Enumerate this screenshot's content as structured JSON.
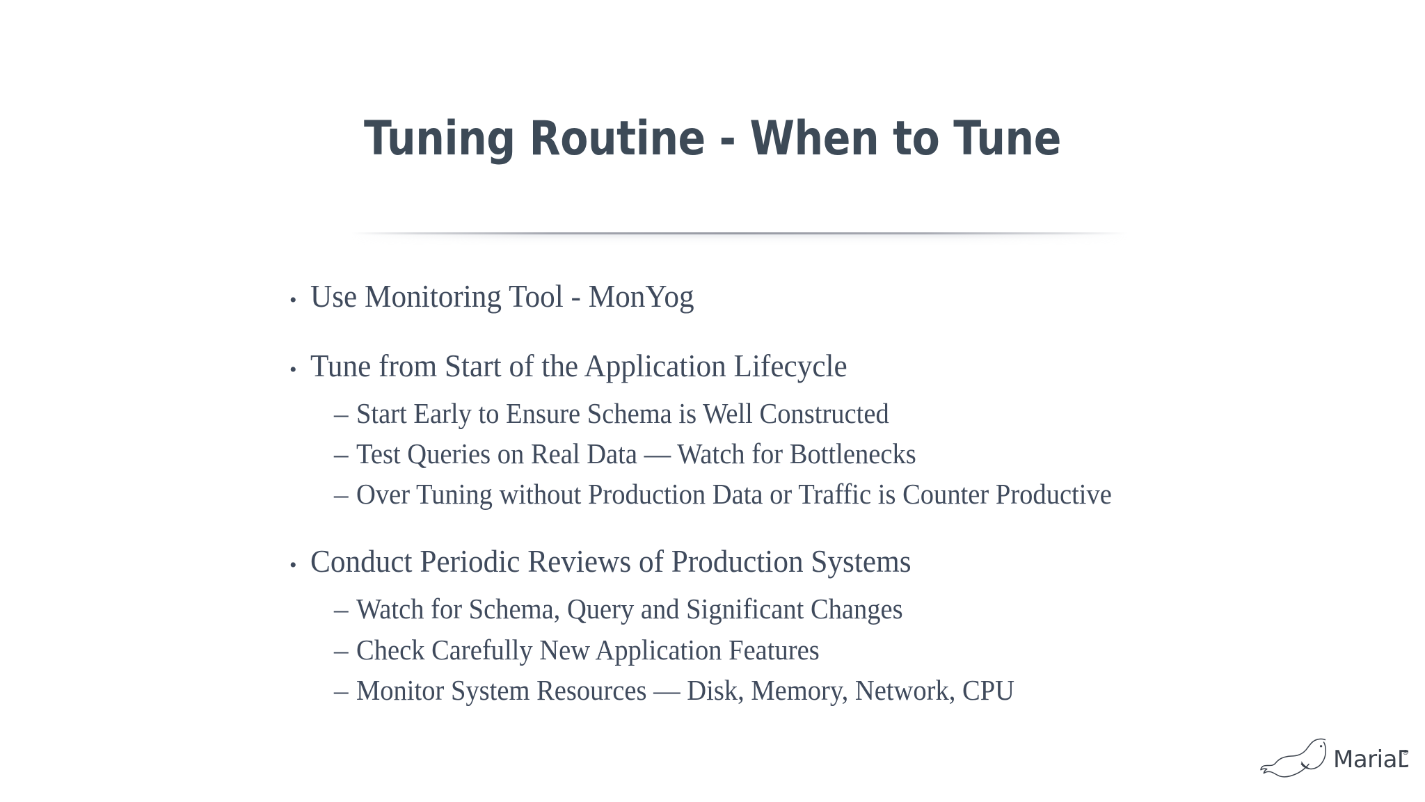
{
  "slide": {
    "title": "Tuning Routine - When to Tune",
    "title_color": "#3d4a57",
    "body_color": "#3f4a5c",
    "background_color": "#ffffff",
    "divider_color": "#989ba4"
  },
  "content": {
    "bullet_marker": "•",
    "sub_marker": "–",
    "groups": [
      {
        "bullet": "Use Monitoring Tool - MonYog",
        "subs": []
      },
      {
        "bullet": "Tune from Start of the Application Lifecycle",
        "subs": [
          "Start Early to Ensure Schema is Well Constructed",
          "Test Queries on Real Data — Watch for Bottlenecks",
          "Over Tuning without Production Data or Traffic is Counter Productive"
        ]
      },
      {
        "bullet": "Conduct Periodic Reviews of Production Systems",
        "subs": [
          "Watch for Schema, Query and Significant Changes",
          "Check Carefully New Application Features",
          "Monitor System Resources — Disk, Memory, Network, CPU"
        ]
      }
    ]
  },
  "logo": {
    "name": "mariadb-logo",
    "wordmark": "MariaDB",
    "trademark": "®",
    "color": "#3b424c"
  }
}
